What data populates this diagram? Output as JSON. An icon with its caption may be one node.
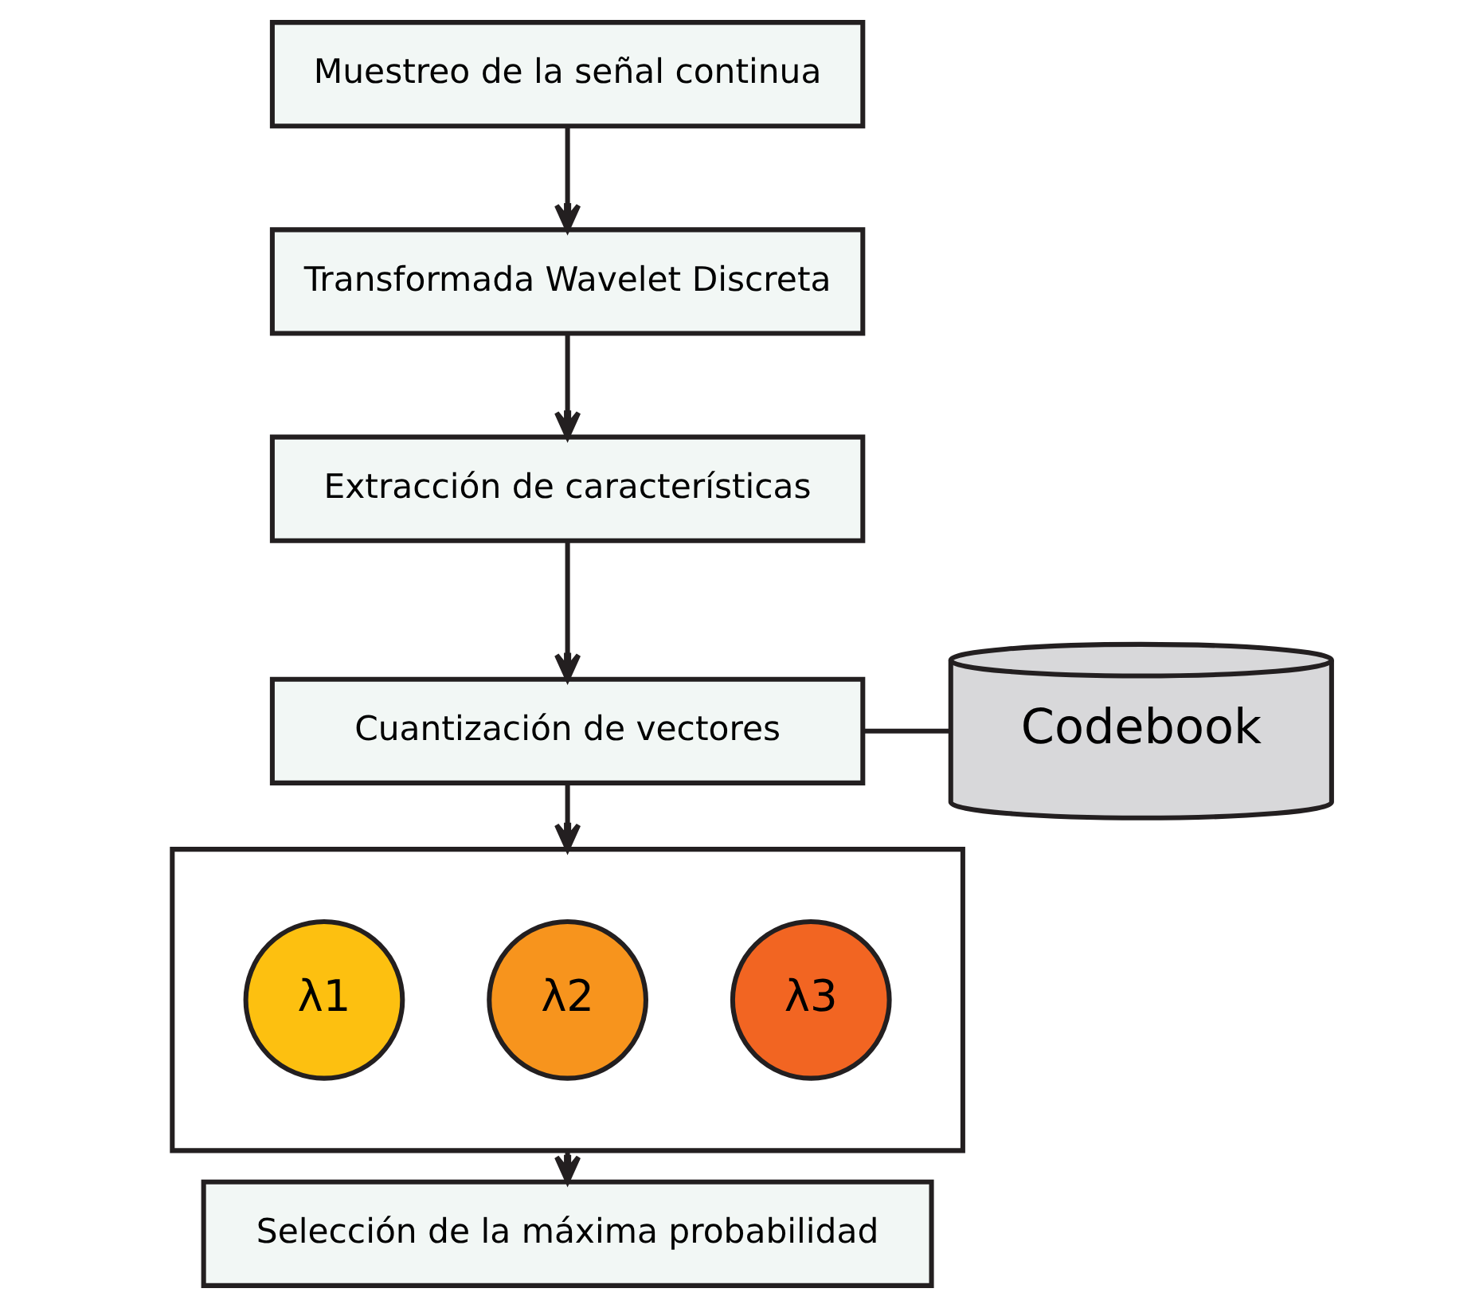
{
  "diagram": {
    "nodes": [
      {
        "text": [
          "Muestreo de la señal continua"
        ]
      },
      {
        "text": [
          "Transformada Wavelet Discreta"
        ]
      },
      {
        "text": [
          "Extracción de características"
        ]
      },
      {
        "text": [
          "Cuantización de vectores"
        ]
      },
      {
        "text": [
          "Codebook"
        ]
      },
      {
        "text": [],
        "shape": "box"
      },
      {
        "text": [
          "λ1"
        ],
        "in": 5
      },
      {
        "text": [
          "λ2"
        ],
        "in": 5
      },
      {
        "text": [
          "λ3"
        ],
        "in": 5
      },
      {
        "text": [
          "Selección de la máxima probabilidad"
        ]
      }
    ],
    "edges": [
      {
        "from": 0,
        "to": 1,
        "arrow": "to"
      },
      {
        "from": 1,
        "to": 2,
        "arrow": "to"
      },
      {
        "from": 2,
        "to": 3,
        "arrow": "to"
      },
      {
        "from": 3,
        "to": 4,
        "arrow": "none"
      },
      {
        "from": 3,
        "to": 5,
        "arrow": "to"
      },
      {
        "from": 5,
        "to": 9,
        "arrow": "to"
      }
    ]
  }
}
